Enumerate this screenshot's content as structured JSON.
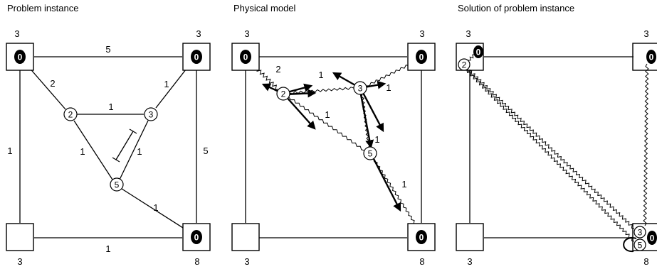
{
  "panels": [
    {
      "title": "Problem instance",
      "corners": {
        "tl_cap": "3",
        "tr_cap": "3",
        "bl_cap": "3",
        "br_cap": "8"
      },
      "node_labels": {
        "tl": "0",
        "tr": "0",
        "br": "0",
        "n2": "2",
        "n3": "3",
        "n5": "5"
      },
      "edge_weights": {
        "top": "5",
        "left": "1",
        "right": "5",
        "bottom": "1",
        "tl_n2": "2",
        "tr_n3": "1",
        "n2_n3": "1",
        "n2_n5": "1",
        "n3_n5": "1",
        "n5_br": "1"
      }
    },
    {
      "title": "Physical model",
      "corners": {
        "tl_cap": "3",
        "tr_cap": "3",
        "bl_cap": "3",
        "br_cap": "8"
      },
      "node_labels": {
        "tl": "0",
        "tr": "0",
        "br": "0",
        "n2": "2",
        "n3": "3",
        "n5": "5"
      },
      "edge_weights": {
        "tl_n2": "2",
        "n2_n3": "1",
        "tr_n3": "1",
        "n2_n5": "1",
        "n3_n5": "1",
        "n5_br": "1"
      }
    },
    {
      "title": "Solution of problem instance",
      "corners": {
        "tl_cap": "3",
        "tr_cap": "3",
        "bl_cap": "3",
        "br_cap": "8"
      },
      "node_labels": {
        "tl": "0",
        "tr": "0",
        "br": "0",
        "n2": "2",
        "n3": "3",
        "n5": "5"
      }
    }
  ]
}
